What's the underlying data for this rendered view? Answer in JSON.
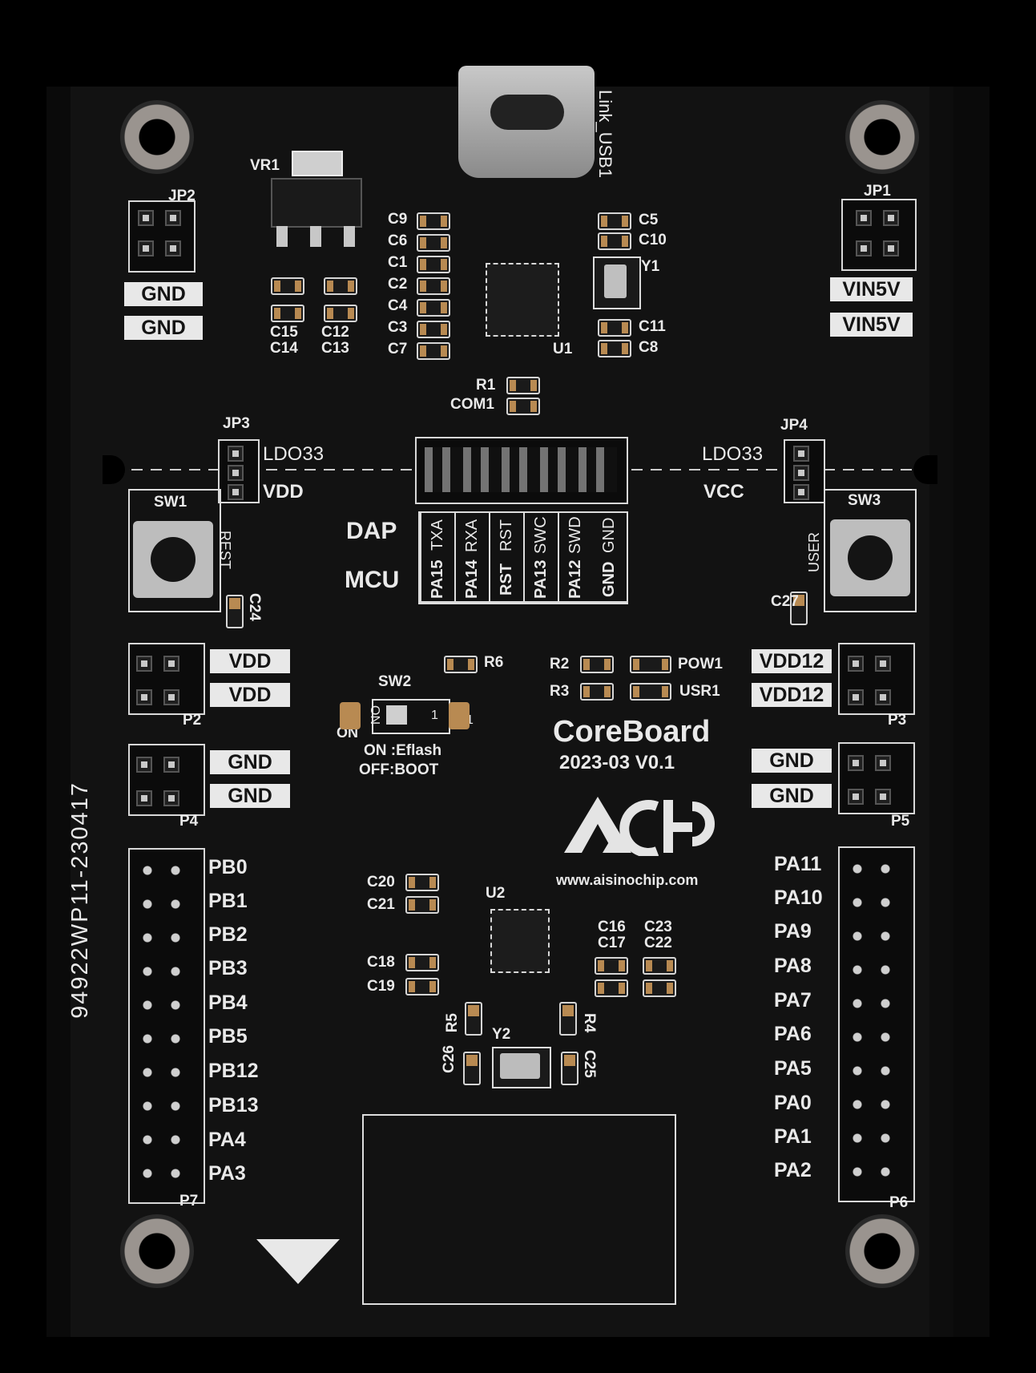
{
  "board": {
    "name": "CoreBoard",
    "version": "2023-03 V0.1",
    "serial": "94922WP11-230417",
    "website": "www.aisinochip.com",
    "logo_text": "AiCHIP"
  },
  "usb": {
    "label": "Link_USB1"
  },
  "regulator": {
    "label": "VR1"
  },
  "jumpers": {
    "jp1": "JP1",
    "jp2": "JP2",
    "jp3": "JP3",
    "jp4": "JP4",
    "ldo33_left": "LDO33",
    "vdd_left": "VDD",
    "ldo33_right": "LDO33",
    "vcc_right": "VCC"
  },
  "power_labels": {
    "gnd_top_1": "GND",
    "gnd_top_2": "GND",
    "vin5v_1": "VIN5V",
    "vin5v_2": "VIN5V"
  },
  "capacitors_top_left": [
    "C15",
    "C14",
    "C12",
    "C13"
  ],
  "capacitors_center_left": [
    "C9",
    "C6",
    "C1",
    "C2",
    "C4",
    "C3",
    "C7"
  ],
  "capacitors_center_right": [
    "C5",
    "C10",
    "C11",
    "C8"
  ],
  "crystal_y1": "Y1",
  "chip_u1": "U1",
  "r1": "R1",
  "com1": "COM1",
  "dap_table": {
    "row_labels": [
      "DAP",
      "MCU"
    ],
    "dap": [
      "TXA",
      "RXA",
      "RST",
      "SWC",
      "SWD",
      "GND"
    ],
    "mcu": [
      "PA15",
      "PA14",
      "RST",
      "PA13",
      "PA12",
      "GND"
    ]
  },
  "switches": {
    "sw1": "SW1",
    "sw1_func": "REST",
    "sw3": "SW3",
    "sw3_func": "USER",
    "sw2": "SW2",
    "sw2_on": "ON",
    "sw2_on_side": "ON",
    "sw2_num1": "1",
    "sw2_num2": "1",
    "sw2_note1": "ON :Eflash",
    "sw2_note2": "OFF:BOOT"
  },
  "c24": "C24",
  "c27": "C27",
  "r6": "R6",
  "r2": "R2",
  "r3": "R3",
  "pow1": "POW1",
  "usr1": "USR1",
  "headers": {
    "p2": "P2",
    "p2_labels": [
      "VDD",
      "VDD"
    ],
    "p3": "P3",
    "p3_labels": [
      "VDD12",
      "VDD12"
    ],
    "p4": "P4",
    "p4_labels": [
      "GND",
      "GND"
    ],
    "p5": "P5",
    "p5_labels": [
      "GND",
      "GND"
    ],
    "p7": "P7",
    "p7_pins": [
      "PB0",
      "PB1",
      "PB2",
      "PB3",
      "PB4",
      "PB5",
      "PB12",
      "PB13",
      "PA4",
      "PA3"
    ],
    "p6": "P6",
    "p6_pins": [
      "PA11",
      "PA10",
      "PA9",
      "PA8",
      "PA7",
      "PA6",
      "PA5",
      "PA0",
      "PA1",
      "PA2"
    ]
  },
  "lower_components": {
    "c20": "C20",
    "c21": "C21",
    "c18": "C18",
    "c19": "C19",
    "u2": "U2",
    "c16": "C16",
    "c17": "C17",
    "c23": "C23",
    "c22": "C22",
    "r5": "R5",
    "r4": "R4",
    "c26": "C26",
    "c25": "C25",
    "y2": "Y2"
  }
}
